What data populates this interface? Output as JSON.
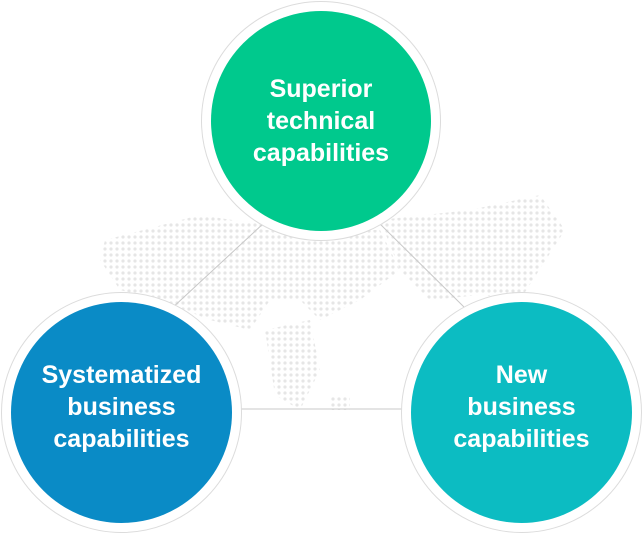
{
  "nodes": [
    {
      "lines": [
        "Superior",
        "technical",
        "capabilities"
      ],
      "color": "#00c98d"
    },
    {
      "lines": [
        "Systematized",
        "business",
        "capabilities"
      ],
      "color": "#0a8bc6"
    },
    {
      "lines": [
        "New",
        "business",
        "capabilities"
      ],
      "color": "#0cbcc2"
    }
  ],
  "background_icon": "dotted-world-map"
}
